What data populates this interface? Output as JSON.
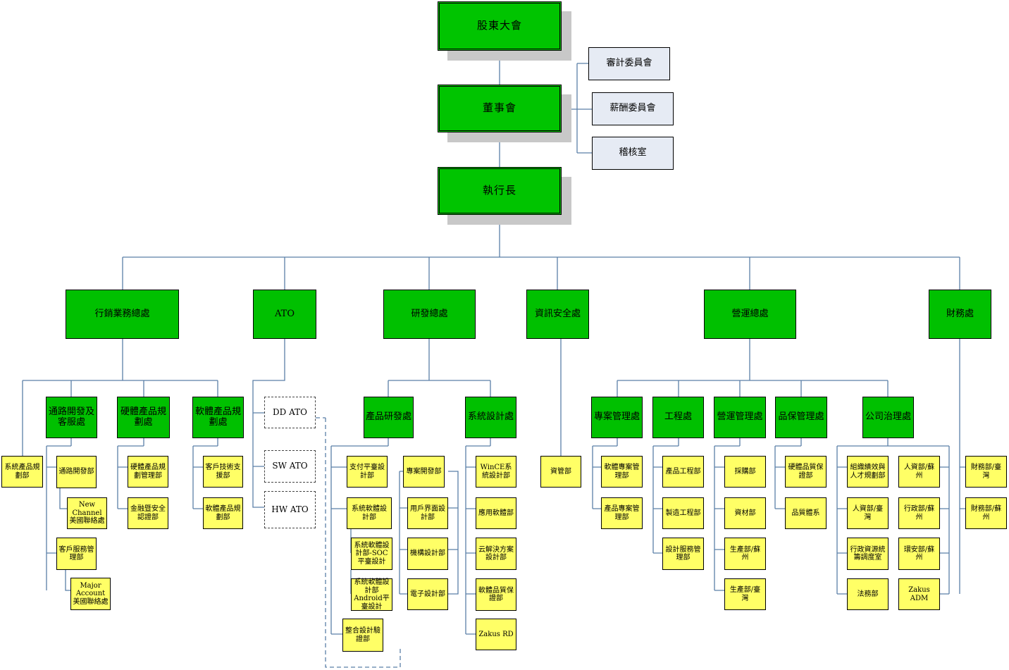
{
  "top": {
    "shareholders": "股東大會",
    "board": "董事會",
    "ceo": "執行長"
  },
  "committees": {
    "audit": "審計委員會",
    "compensation": "薪酬委員會",
    "internal_audit": "稽核室"
  },
  "divisions": {
    "marketing": "行銷業務總處",
    "ato": "ATO",
    "rd": "研發總處",
    "infosec": "資訊安全處",
    "operations": "營運總處",
    "finance": "財務處"
  },
  "marketing": {
    "sys_planning": "系統產品規劃部",
    "channel": "通路開發及客服處",
    "hw_planning": "硬體產品規劃處",
    "sw_planning": "軟體產品規劃處",
    "channel_dev": "通路開發部",
    "new_channel": "New Channel美國聯絡處",
    "cust_service": "客戶服務管理部",
    "major_account": "Major Account美國聯絡處",
    "hw_plan_mgmt": "硬體產品規劃管理部",
    "fin_security": "金融暨安全認證部",
    "cust_tech": "客戶技術支援部",
    "sw_plan_dept": "軟體產品規劃部"
  },
  "ato": {
    "dd": "DD ATO",
    "sw": "SW ATO",
    "hw": "HW ATO"
  },
  "rd": {
    "product_rd": "產品研發處",
    "system_design": "系統設計處",
    "payment_platform": "支付平臺設計部",
    "sys_sw_design": "系統軟體設計部",
    "soc": "系統軟體設計部-SOC平臺設計",
    "android": "系統軟體設計部Android平臺設計",
    "integration": "整合設計驗證部",
    "project_dev": "專案開發部",
    "ui_design": "用戶界面設計部",
    "mech_design": "機構設計部",
    "elec_design": "電子設計部",
    "wince": "WinCE系統設計部",
    "app_sw": "應用軟體部",
    "cloud": "云解決方案設計部",
    "sw_qa": "軟體品質保證部",
    "zakus_rd": "Zakus RD"
  },
  "infosec": {
    "it_mgmt": "資管部"
  },
  "operations": {
    "pm": "專案管理處",
    "engineering": "工程處",
    "op_mgmt": "營運管理處",
    "qa_mgmt": "品保管理處",
    "governance": "公司治理處",
    "sw_pm": "軟體專案管理部",
    "product_pm": "產品專案管理部",
    "prod_eng": "產品工程部",
    "mfg_eng": "製造工程部",
    "design_service": "設計服務管理部",
    "purchasing": "採購部",
    "materials": "資材部",
    "prod_suzhou": "生產部/蘇州",
    "prod_taiwan": "生產部/臺灣",
    "hw_qa": "硬體品質保證部",
    "quality_sys": "品質體系",
    "org_perf": "組織績效與人才規劃部",
    "hr_taiwan": "人資部/臺灣",
    "admin_coord": "行政資源統籌調度室",
    "legal": "法務部",
    "hr_suzhou": "人資部/蘇州",
    "admin_suzhou": "行政部/蘇州",
    "ehs_suzhou": "環安部/蘇州",
    "zakus_adm": "Zakus ADM"
  },
  "finance": {
    "fin_taiwan": "財務部/臺灣",
    "fin_suzhou": "財務部/蘇州"
  },
  "colors": {
    "top_green": "#00c400",
    "division_green": "#00c000",
    "leaf_yellow": "#ffff66",
    "committee_gray": "#e6ebf4",
    "connector": "#5a7fa8"
  }
}
